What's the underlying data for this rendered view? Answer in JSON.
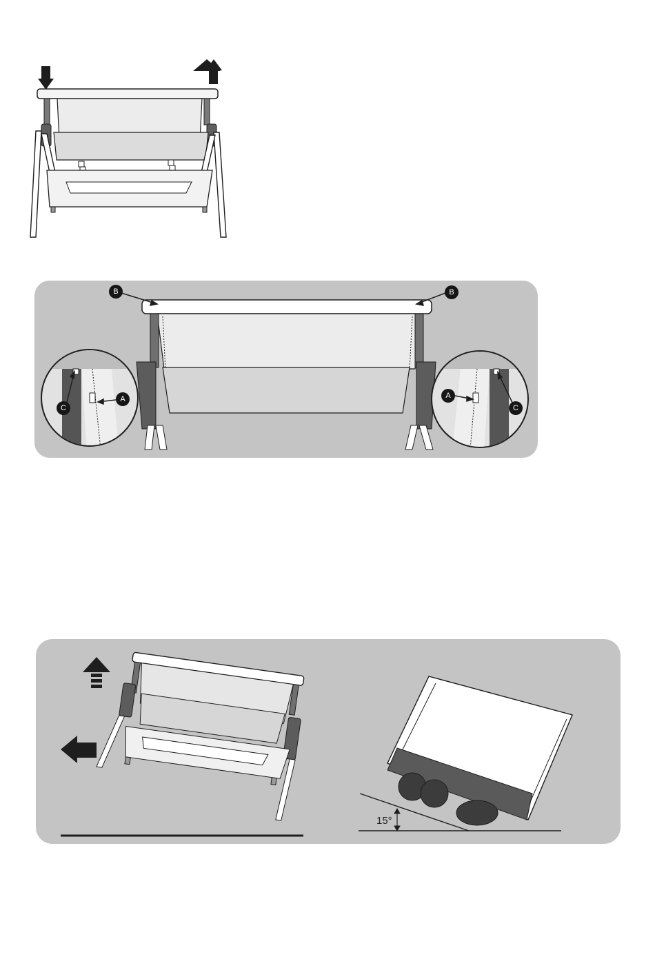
{
  "figure1": {
    "left_arrow_icon": "down-arrow-icon",
    "right_arrow_icon": "up-arrow-icon"
  },
  "figure2": {
    "callouts": {
      "top_left": "B",
      "top_right": "B",
      "left_zoom_a": "A",
      "left_zoom_c": "C",
      "right_zoom_a": "A",
      "right_zoom_c": "C"
    }
  },
  "figure3": {
    "up_arrow_icon": "dashed-up-arrow-icon",
    "left_arrow_icon": "left-arrow-icon",
    "angle_label": "15°"
  },
  "colors": {
    "panel": "#c4c4c4",
    "fabric_light": "#ececec",
    "fabric_mid": "#d6d6d6",
    "frame_dark": "#6f6f6f",
    "outline": "#1e1e1e",
    "callout": "#161616"
  }
}
